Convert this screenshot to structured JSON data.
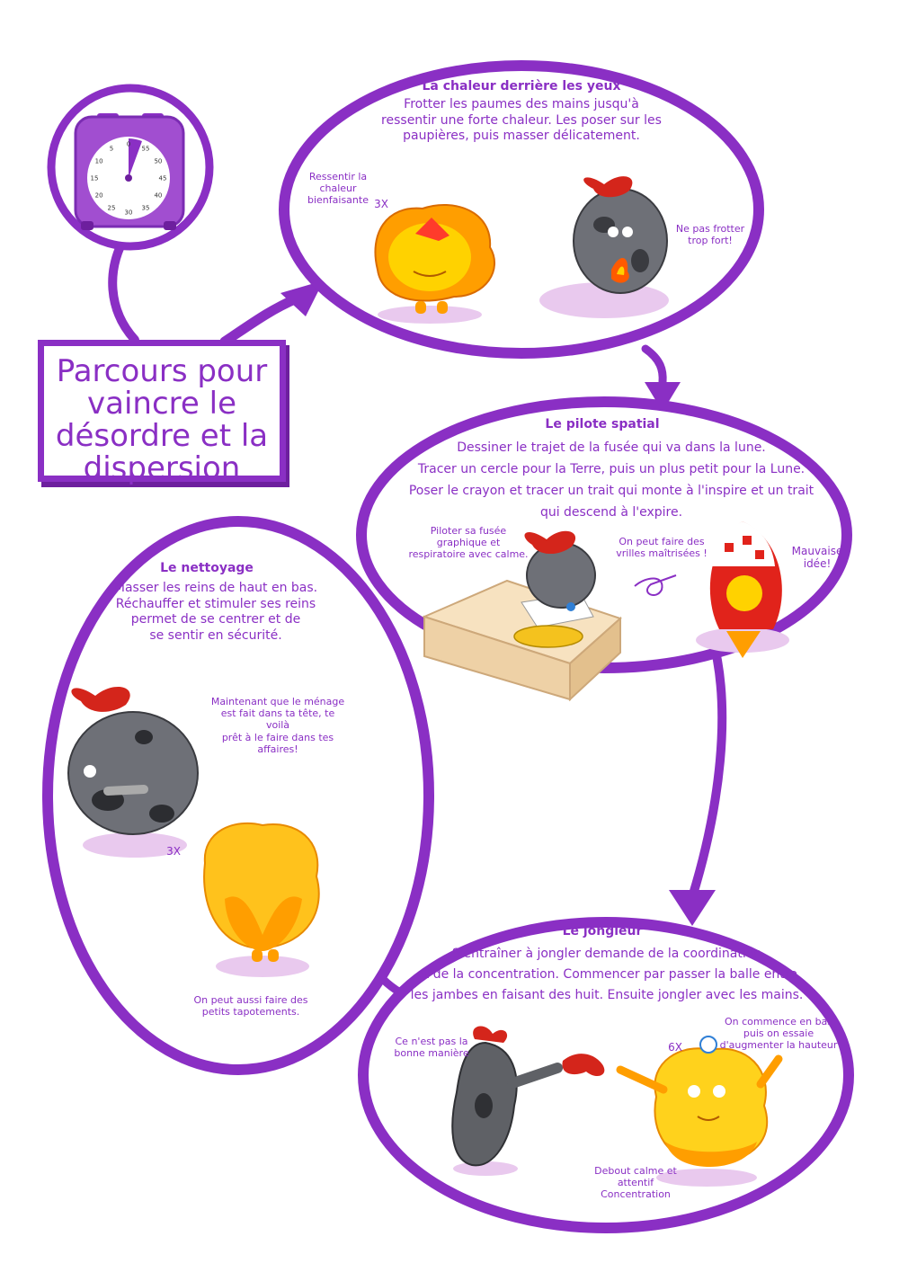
{
  "colors": {
    "accent": "#8a2fc4",
    "accent_dark": "#6d1f9e",
    "shadow": "#e9c9ee",
    "fire": "#ff9e00",
    "sun": "#ffd200",
    "stone": "#5f6166",
    "hat": "#d4251b"
  },
  "main_title": "Parcours pour vaincre le désordre et la dispersion",
  "timer": {
    "numbers": [
      "0",
      "5",
      "10",
      "15",
      "20",
      "25",
      "30",
      "35",
      "40",
      "45",
      "50",
      "55"
    ]
  },
  "sections": {
    "chaleur": {
      "title": "La chaleur derrière les yeux",
      "text": [
        "Frotter les paumes des mains jusqu'à",
        "ressentir une forte chaleur. Les poser sur les",
        "paupières, puis masser délicatement."
      ],
      "note_left": [
        "Ressentir la",
        "chaleur",
        "bienfaisante"
      ],
      "count": "3X",
      "note_right": [
        "Ne pas frotter",
        "trop fort!"
      ]
    },
    "pilote": {
      "title": "Le pilote spatial",
      "text": [
        "Dessiner le trajet de la fusée qui va dans la lune.",
        "Tracer un cercle pour la Terre, puis un plus petit pour la Lune.",
        "Poser le crayon et tracer un trait qui monte à l'inspire et un trait",
        "qui descend à l'expire."
      ],
      "note_left": [
        "Piloter sa fusée",
        "graphique et",
        "respiratoire avec calme."
      ],
      "note_mid": [
        "On peut faire des",
        "vrilles maîtrisées !"
      ],
      "note_right": [
        "Mauvaise",
        "idée!"
      ]
    },
    "nettoyage": {
      "title": "Le nettoyage",
      "text": [
        "Masser les reins de haut en bas.",
        "Réchauffer et stimuler ses reins",
        "permet de se centrer et de",
        "se sentir en sécurité."
      ],
      "note_top": [
        "Maintenant que le ménage",
        "est fait dans ta tête, te voilà",
        "prêt à le faire dans tes",
        "affaires!"
      ],
      "count": "3X",
      "note_bottom": [
        "On peut aussi faire des",
        "petits tapotements."
      ]
    },
    "jongleur": {
      "title": "Le jongleur",
      "text": [
        "S'entraîner à jongler demande de la coordination",
        "et de la concentration. Commencer par passer la balle entre",
        "les jambes en faisant des huit. Ensuite jongler avec les mains."
      ],
      "note_left": [
        "Ce n'est pas la",
        "bonne manière"
      ],
      "count": "6X",
      "note_right": [
        "On commence en bas",
        "puis on essaie",
        "d'augmenter la hauteur"
      ],
      "note_bottom": [
        "Debout calme et",
        "attentif",
        "Concentration"
      ]
    }
  }
}
